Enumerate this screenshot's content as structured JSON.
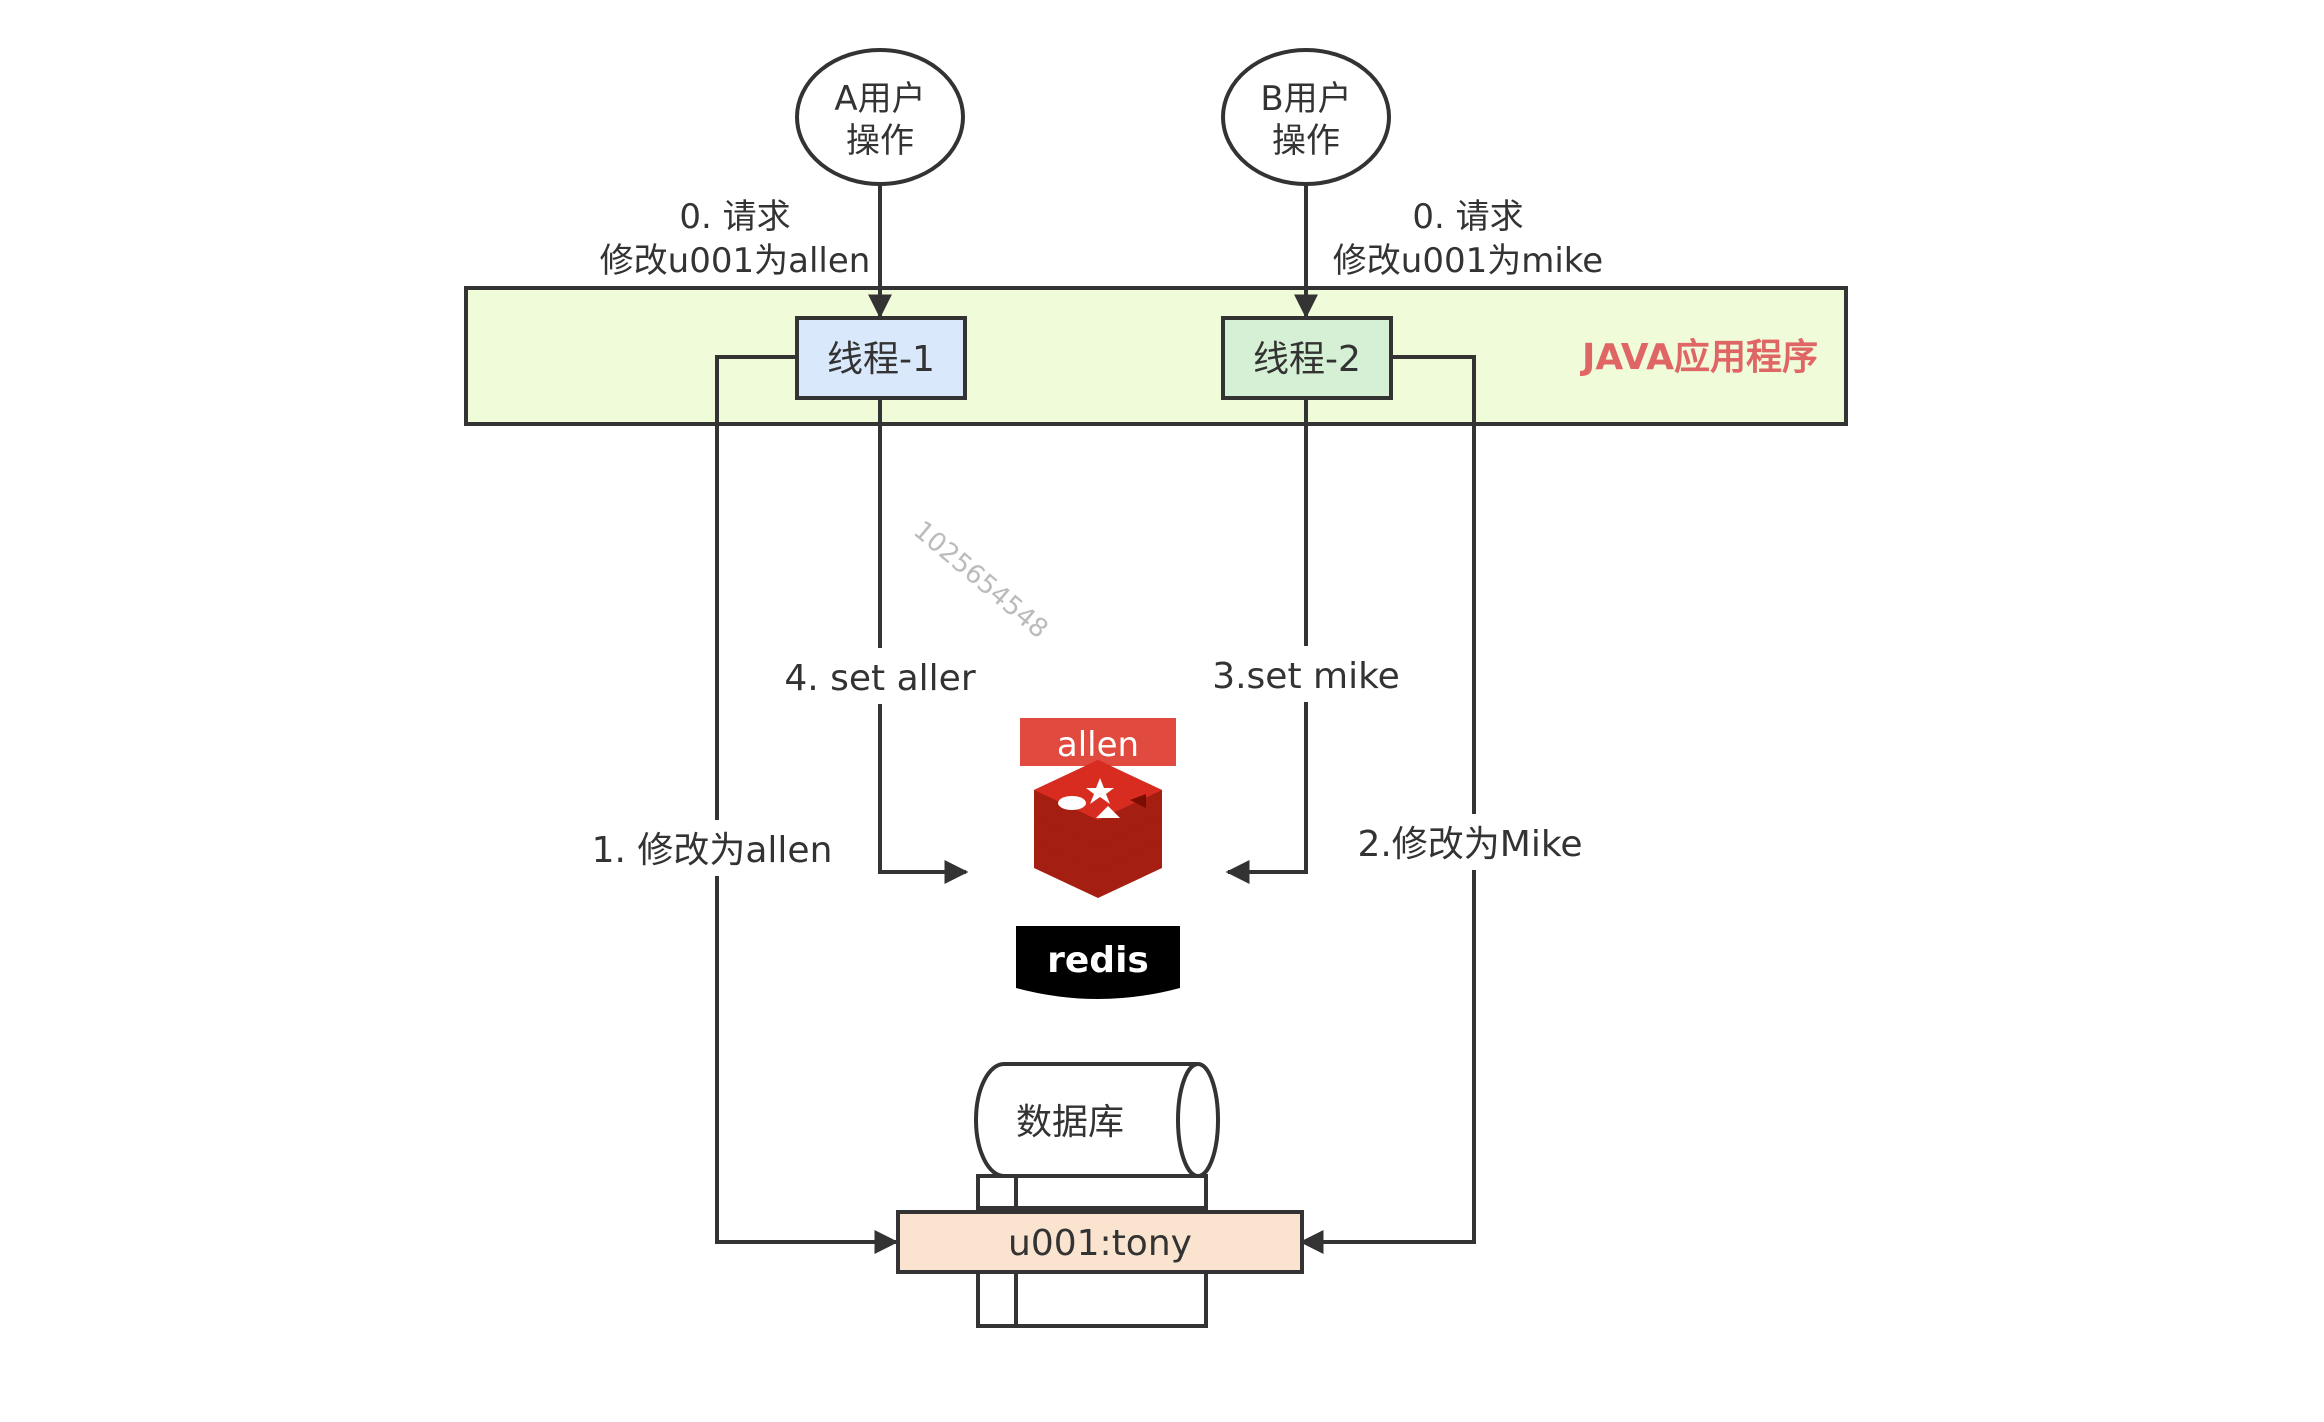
{
  "nodes": {
    "user_a": {
      "line1": "A用户",
      "line2": "操作"
    },
    "user_b": {
      "line1": "B用户",
      "line2": "操作"
    },
    "thread1": "线程-1",
    "thread2": "线程-2",
    "java_app": "JAVA应用程序",
    "redis_value": "allen",
    "redis_label": "redis",
    "database": "数据库",
    "record": "u001:tony"
  },
  "edges": {
    "a_request": {
      "line1": "0. 请求",
      "line2": "修改u001为allen"
    },
    "b_request": {
      "line1": "0. 请求",
      "line2": "修改u001为mike"
    },
    "step1": "1. 修改为allen",
    "step2": "2.修改为Mike",
    "step3": "3.set  mike",
    "step4": "4. set  aller"
  },
  "watermark": "1025654548",
  "colors": {
    "java_bg": "#f0fbd9",
    "thread1_bg": "#dae8fc",
    "thread2_bg": "#d5f0d5",
    "record_bg": "#fbe4cf",
    "java_text": "#e06666",
    "redis_red": "#e04a3f",
    "redis_black": "#000000"
  }
}
